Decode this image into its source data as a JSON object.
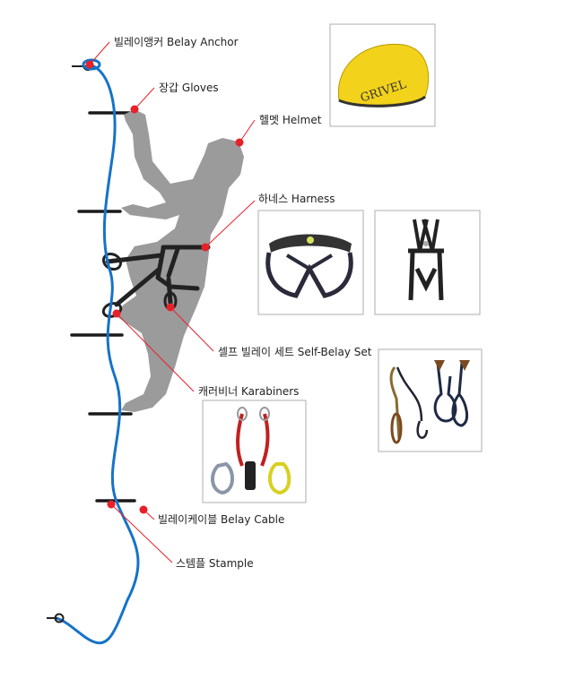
{
  "title": "Via Ferrata equipment diagram",
  "labels": {
    "belay_anchor": "빌레이앵커 Belay Anchor",
    "gloves": "장갑 Gloves",
    "helmet": "헬멧 Helmet",
    "harness": "하네스 Harness",
    "self_belay_set": "셀프 빌레이 세트 Self-Belay Set",
    "karabiners": "캐러비너 Karabiners",
    "belay_cable": "빌레이케이블 Belay Cable",
    "stample": "스템플 Stample"
  },
  "helmet_brand": "GRIVEL",
  "colors": {
    "rope": "#1673c8",
    "marker": "#e8202a",
    "silhouette": "#9b9b9b",
    "helmet": "#f2d21b"
  }
}
